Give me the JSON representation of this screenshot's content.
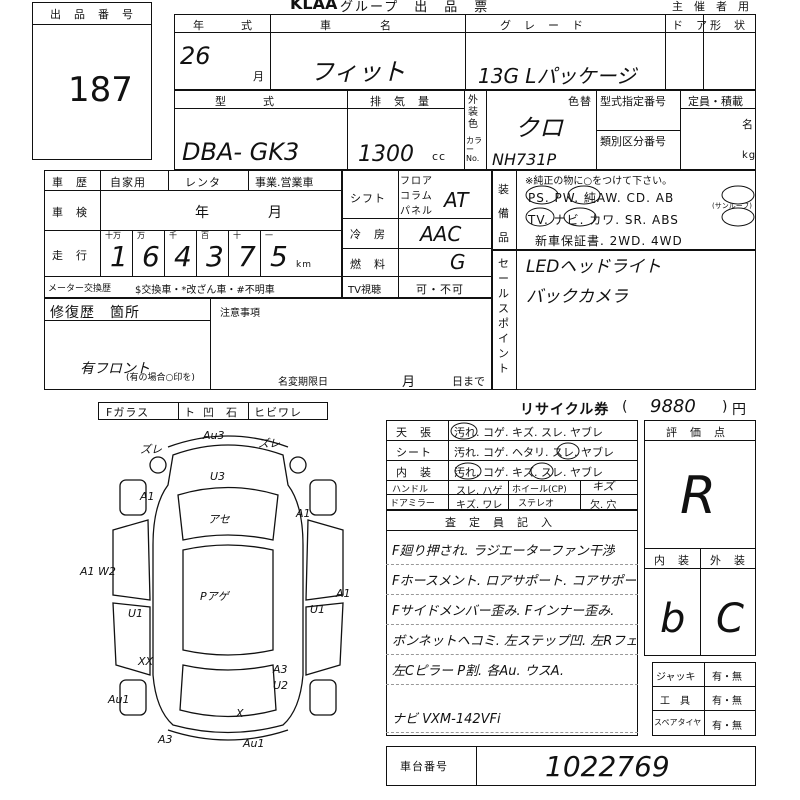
{
  "header": {
    "logo": "KLAA",
    "group_title": "グループ　出　品　票",
    "organizer": "主　催　者　用"
  },
  "lot": {
    "label": "出　品　番　号",
    "number": "187"
  },
  "row1": {
    "year_label": "年　　　式",
    "month_label": "月",
    "year_value": "26",
    "name_label": "車　　　　名",
    "name_value": "フィット",
    "grade_label": "グ　レ　ー　ド",
    "grade_value": "13G Lパッケージ",
    "door_label": "ド　ア",
    "shape_label": "形　状"
  },
  "row2": {
    "model_label": "型　　　式",
    "model_value": "DBA- GK3",
    "disp_label": "排　気　量",
    "disp_value": "1300",
    "disp_unit": "cc",
    "ext_color_label": "外装色",
    "color_no_label": "カラーNo.",
    "color_label": "色替",
    "color_value": "クロ",
    "color_code": "NH731P",
    "type_no_label": "型式指定番号",
    "class_no_label": "類別区分番号",
    "capacity_label": "定員・積載",
    "cap_unit1": "名",
    "cap_unit2": "kg"
  },
  "history": {
    "label": "車　歴",
    "options": [
      "自家用",
      "レンタ",
      "事業.営業車"
    ],
    "inspection_label": "車　検",
    "insp_year": "年",
    "insp_month": "月",
    "mileage_label": "走　行",
    "digit_labels": [
      "十万",
      "万",
      "千",
      "百",
      "十",
      "一"
    ],
    "digits": [
      "1",
      "6",
      "4",
      "3",
      "7",
      "5"
    ],
    "km": "km",
    "meter_label": "メーター交換歴",
    "meter_options": "$交換車・*改ざん車・#不明車"
  },
  "shift": {
    "shift_label": "シフト",
    "shift_types": [
      "フロア",
      "コラム",
      "パネル"
    ],
    "shift_value": "AT",
    "ac_label": "冷　房",
    "ac_value": "AAC",
    "fuel_label": "燃　料",
    "fuel_value": "G",
    "tv_label": "TV視聴",
    "tv_options": "可・不可"
  },
  "equipment": {
    "label": "装備品",
    "note": "※純正の物に○をつけて下さい。",
    "line1": "PS. PW. 純AW. CD. AB",
    "sub_label": "(サンルーフ)",
    "line2": "TV. ナビ. カワ. SR. ABS",
    "line3": "新車保証書. 2WD. 4WD"
  },
  "sales_points": {
    "label": "セールスポイント",
    "lines": [
      "LEDヘッドライト",
      "バックカメラ"
    ]
  },
  "repair": {
    "label": "修復歴　箇所",
    "notes_label": "注意事項",
    "front_value": "有フロント",
    "front_note": "(有の場合○印を)",
    "deadline_label": "名変期限日",
    "deadline_month": "月",
    "deadline_day": "日まで"
  },
  "glass": {
    "items": [
      "Fガラス",
      "ト",
      "凹",
      "石",
      "ヒビワレ"
    ]
  },
  "diagram": {
    "labels": [
      "Au3",
      "ズレ",
      "ズレ",
      "U3",
      "A1",
      "アセ",
      "A1",
      "A1 W2",
      "Pアゲ",
      "U1",
      "U1",
      "A1",
      "XX",
      "A3",
      "U2",
      "Au1",
      "A3",
      "Au1",
      "X"
    ]
  },
  "recycle": {
    "label": "リサイクル券",
    "value": "9880",
    "unit": "円"
  },
  "interior": {
    "rows": [
      {
        "label": "天　張",
        "values": "汚れ. コゲ. キズ. スレ. ヤブレ"
      },
      {
        "label": "シート",
        "values": "汚れ. コゲ. ヘタリ. スレ. ヤブレ"
      },
      {
        "label": "内　装",
        "values": "汚れ. コゲ. キズ. スレ. ヤブレ"
      }
    ],
    "handle_label": "ハンドル",
    "handle_values": "スレ. ハゲ",
    "wheel_label": "ホイール(CP)",
    "wheel_value": "キズ",
    "mirror_label": "ドアミラー",
    "mirror_values": "キズ. ワレ",
    "stereo_label": "ステレオ",
    "stereo_values": "欠. 穴"
  },
  "inspector": {
    "label": "査　定　員　記　入",
    "lines": [
      "F廻り押され. ラジエーターファン干渉",
      "Fホースメント. ロアサポート. コアサポート曲がり",
      "Fサイドメンバー歪み. Fインナー歪み.",
      "ボンネットヘコミ. 左ステップ凹. 左Rフェンダー凹 XX",
      "左Cピラー P割. 各Au. ウスA.",
      "ナビ VXM-142VFi"
    ]
  },
  "rating": {
    "label": "評　価　点",
    "value": "R",
    "int_label": "内　装",
    "ext_label": "外　装",
    "int_value": "b",
    "ext_value": "C",
    "extras": [
      {
        "label": "ジャッキ",
        "value": "有・無"
      },
      {
        "label": "工　具",
        "value": "有・無"
      },
      {
        "label": "スペアタイヤ",
        "value": "有・無"
      }
    ]
  },
  "chassis": {
    "label": "車台番号",
    "value": "1022769"
  }
}
